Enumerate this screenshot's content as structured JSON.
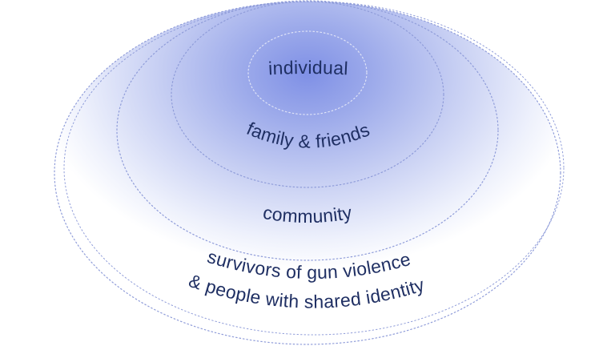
{
  "diagram": {
    "type": "nested-circles",
    "colors": {
      "text": "#1f2f63",
      "ring_stroke": "#8f9cd9",
      "core_fill": "#7f90e6",
      "mid_fill": "#b3bfee",
      "outer_fill": "#ffffff"
    },
    "rings": [
      {
        "id": "individual",
        "label": "individual"
      },
      {
        "id": "family-friends",
        "label": "family & friends"
      },
      {
        "id": "community",
        "label": "community"
      },
      {
        "id": "survivors",
        "label_line1": "survivors of gun violence",
        "label_line2": "& people with shared identity"
      }
    ]
  }
}
